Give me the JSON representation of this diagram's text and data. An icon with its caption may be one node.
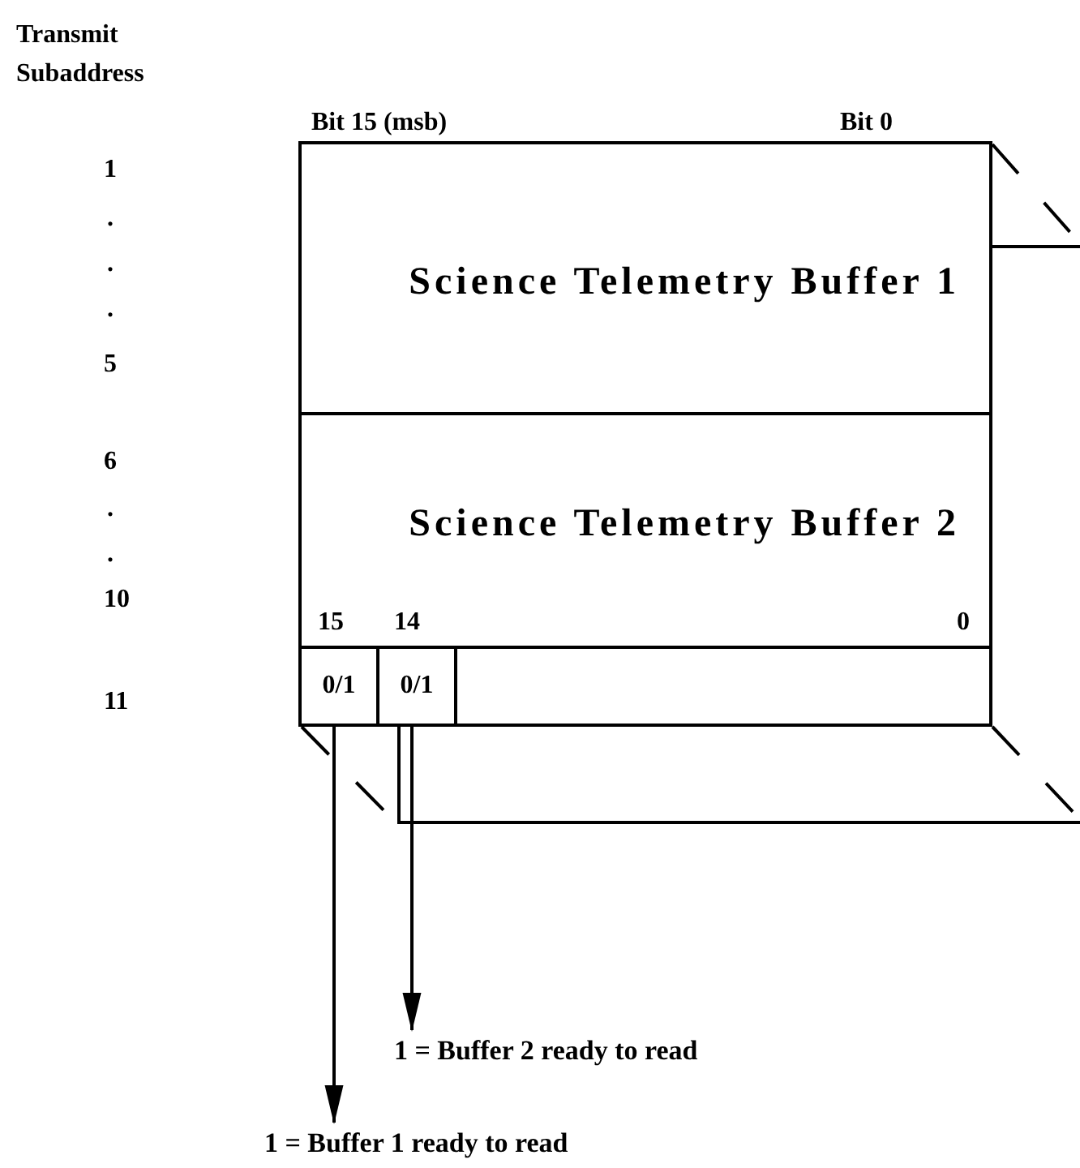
{
  "diagram": {
    "nodes": [
      {
        "text": [
          "Science Telemetry Buffer 1"
        ]
      },
      {
        "text": [
          "Science Telemetry Buffer 2"
        ]
      },
      {
        "text": [],
        "shape": "box"
      },
      {
        "text": [
          "0/1"
        ],
        "in": 2
      },
      {
        "text": [
          "0/1"
        ],
        "in": 2
      },
      {
        "text": [
          "1 = Buffer 2 ready to read"
        ]
      },
      {
        "text": [
          "1 = Buffer 1 ready to read"
        ]
      }
    ],
    "edges": [
      {
        "from": 3,
        "to": 6,
        "arrow": "to"
      },
      {
        "from": 4,
        "to": 5,
        "arrow": "to"
      }
    ],
    "labels": [
      "Transmit Subaddress",
      "Bit 15 (msb)",
      "Bit 0",
      "1",
      ".",
      ".",
      ".",
      "5",
      "6",
      ".",
      ".",
      "10",
      "15",
      "14",
      "0",
      "11"
    ]
  }
}
